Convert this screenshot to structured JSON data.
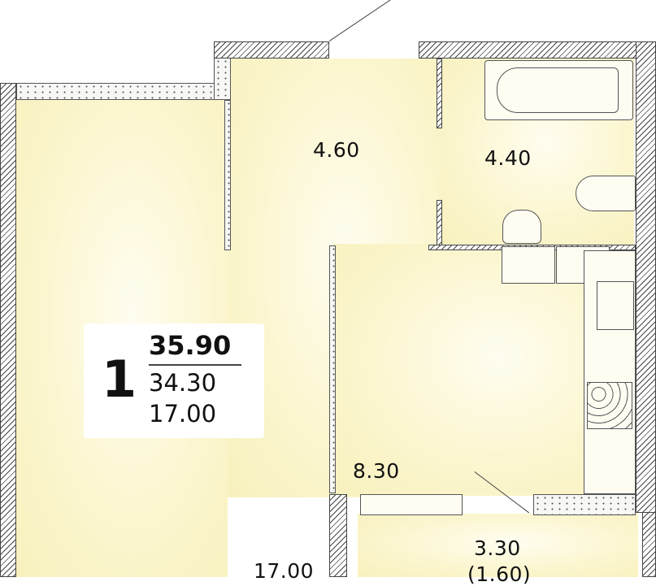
{
  "apartment": {
    "rooms": "1",
    "total_area": "35.90",
    "area_without_balcony": "34.30",
    "living_area": "17.00"
  },
  "room_areas": {
    "hall": "4.60",
    "bathroom": "4.40",
    "kitchen": "8.30",
    "living_room": "17.00",
    "balcony": "3.30",
    "balcony_reduced": "(1.60)"
  },
  "colors": {
    "floor": "#fbf6cf",
    "wall": "#444444"
  }
}
